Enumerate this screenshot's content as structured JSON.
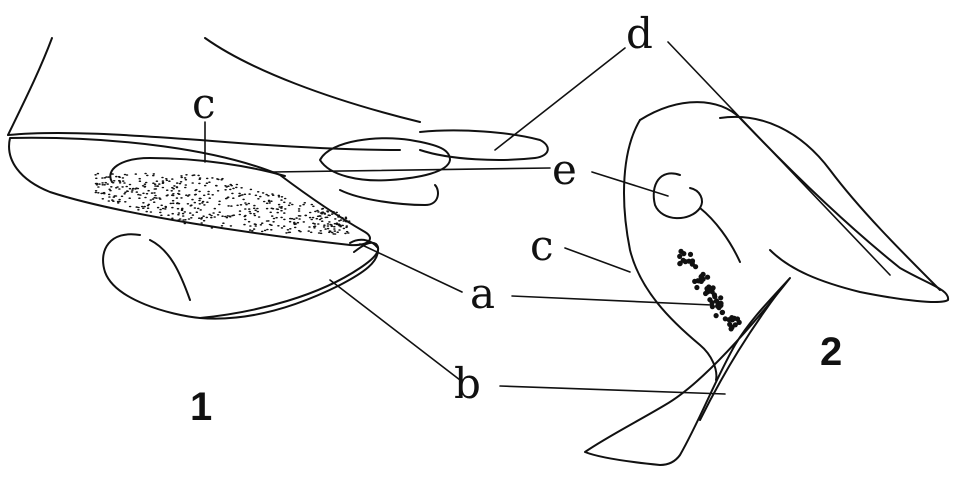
{
  "figure": {
    "labels": {
      "a": "a",
      "b": "b",
      "c": "c",
      "d": "d",
      "e": "e"
    },
    "figure_numbers": {
      "one": "1",
      "two": "2"
    }
  }
}
